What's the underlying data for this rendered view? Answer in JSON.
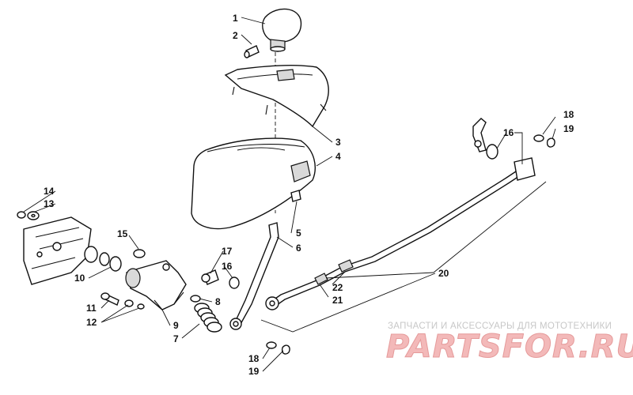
{
  "callouts": [
    {
      "id": "c1",
      "label": "1"
    },
    {
      "id": "c2",
      "label": "2"
    },
    {
      "id": "c3",
      "label": "3"
    },
    {
      "id": "c4",
      "label": "4"
    },
    {
      "id": "c5",
      "label": "5"
    },
    {
      "id": "c6",
      "label": "6"
    },
    {
      "id": "c7",
      "label": "7"
    },
    {
      "id": "c8",
      "label": "8"
    },
    {
      "id": "c9",
      "label": "9"
    },
    {
      "id": "c10",
      "label": "10"
    },
    {
      "id": "c11",
      "label": "11"
    },
    {
      "id": "c12",
      "label": "12"
    },
    {
      "id": "c13",
      "label": "13"
    },
    {
      "id": "c14",
      "label": "14"
    },
    {
      "id": "c15",
      "label": "15"
    },
    {
      "id": "c16a",
      "label": "16"
    },
    {
      "id": "c16b",
      "label": "16"
    },
    {
      "id": "c17",
      "label": "17"
    },
    {
      "id": "c18a",
      "label": "18"
    },
    {
      "id": "c18b",
      "label": "18"
    },
    {
      "id": "c19a",
      "label": "19"
    },
    {
      "id": "c19b",
      "label": "19"
    },
    {
      "id": "c20",
      "label": "20"
    },
    {
      "id": "c21",
      "label": "21"
    },
    {
      "id": "c22",
      "label": "22"
    }
  ],
  "watermark": {
    "subtitle": "ЗАПЧАСТИ И АКСЕССУАРЫ ДЛЯ МОТОТЕХНИКИ",
    "brand": "PARTSFOR.RU",
    "color": "#e8a3a3"
  }
}
